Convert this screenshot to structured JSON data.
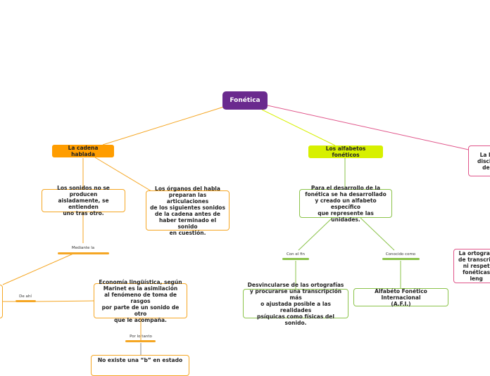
{
  "map": {
    "root": "Fonética",
    "cadena": "La cadena hablada",
    "alfabetos": "Los alfabetos fonéticos",
    "right_topic": "La li\ndiscip\nde",
    "sonidos": "Los sonidos no se producen\naisladamente, se entienden\nuno tras otro.",
    "organos": "Los órganos del habla\npreparan las articulaciones\nde los siguientes sonidos\nde la cadena antes de\nhaber terminado el sonido\nen cuestión.",
    "desarrollo": "Para el desarrollo de la\nfonética se ha desarrollado\ny creado un alfabeto específico\nque represente las unidades.",
    "economia": "Economía lingüística, según\nMarinet es la asimilación\nal fenómeno de toma de rasgos\npor parte de un sonido de otro\nque le acompaña.",
    "no_existe": "No existe una “b” en estado",
    "desvincularse": "Desvincularse de las ortografías\ny procurarse una transcripción más\no ajustada posible a las realidades\npsíquicas como físicas del sonido.",
    "afi": "Alfabéto Fonético Internacional\n(A.F.I.)",
    "ortografias": "La ortografí\nde transcrip\nni respet\nfonéticas\nleng"
  },
  "labels": {
    "mediante": "Mediante la",
    "de_ahi": "De ahí",
    "por_lo_tanto": "Por lo tanto",
    "con_el_fin": "Con el fin",
    "conocido_como": "Conocido como"
  },
  "colors": {
    "root": "#6a2a8e",
    "orange_branch": "#f5a623",
    "lime_branch": "#d7f000",
    "green_branch": "#8bc34a",
    "pink_branch": "#e0558a"
  }
}
